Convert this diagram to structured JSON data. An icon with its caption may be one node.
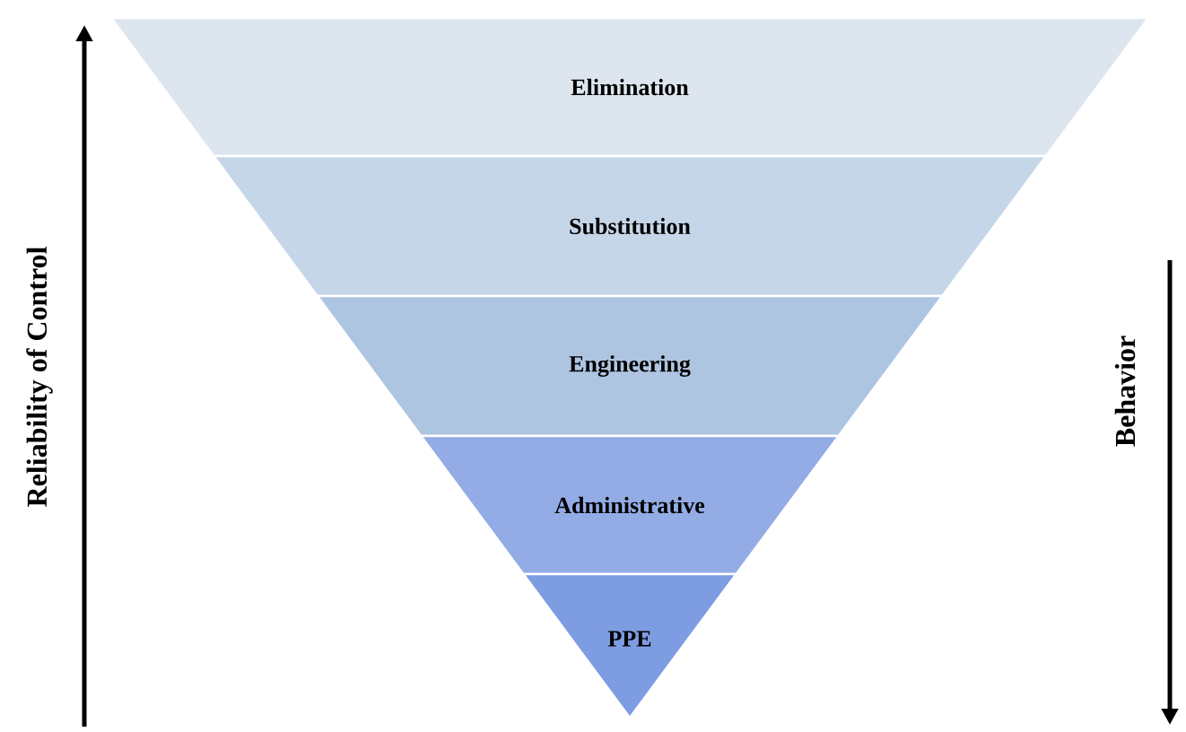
{
  "diagram": {
    "nodes": [
      {
        "text": [
          "Elimination"
        ]
      },
      {
        "text": [
          "Substitution"
        ]
      },
      {
        "text": [
          "Engineering"
        ]
      },
      {
        "text": [
          "Administrative"
        ]
      },
      {
        "text": [
          "PPE"
        ]
      }
    ],
    "labels": [
      "Reliability of Control",
      "Behavior"
    ]
  }
}
